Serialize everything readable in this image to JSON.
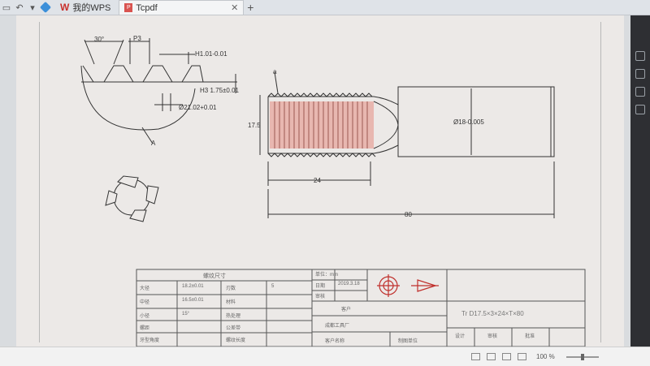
{
  "tabs": [
    {
      "label": "我的WPS"
    },
    {
      "label": "Tcpdf"
    }
  ],
  "drawing": {
    "thread_angle": "30°",
    "pitch_label": "P3",
    "h1": "H1.01-0.01",
    "h3": "H3 1.75±0.01",
    "d2": "Ø21.02+0.01",
    "section_label": "A",
    "a_mark": "a",
    "dia_17": "17.5",
    "dia_18": "Ø18-0.005",
    "len_24": "24",
    "len_80": "80"
  },
  "title_block": {
    "params_header": "螺纹尺寸",
    "rows": [
      [
        "大径",
        "18.2±0.01",
        "刃数",
        "5"
      ],
      [
        "中径",
        "16.5±0.01",
        "材料",
        ""
      ],
      [
        "小径",
        "15°",
        "热处理",
        ""
      ],
      [
        "螺距",
        "",
        "公差带",
        ""
      ],
      [
        "牙型角度",
        "",
        "螺纹长度",
        ""
      ],
      [
        "",
        "",
        "",
        ""
      ]
    ],
    "unit_label": "单位：mm",
    "date_label": "日期",
    "date_value": "2019.3.18",
    "checker_label": "审核",
    "customer_label": "客户",
    "customer_value": "成都工具厂",
    "customer_name_label": "客户名称",
    "drawing_label": "制图单位",
    "part_name": "Tr D17.5×3×24×T×80",
    "sign1": "设计",
    "sign2": "审核",
    "sign3": "批准"
  },
  "status": {
    "zoom": "100 %"
  }
}
